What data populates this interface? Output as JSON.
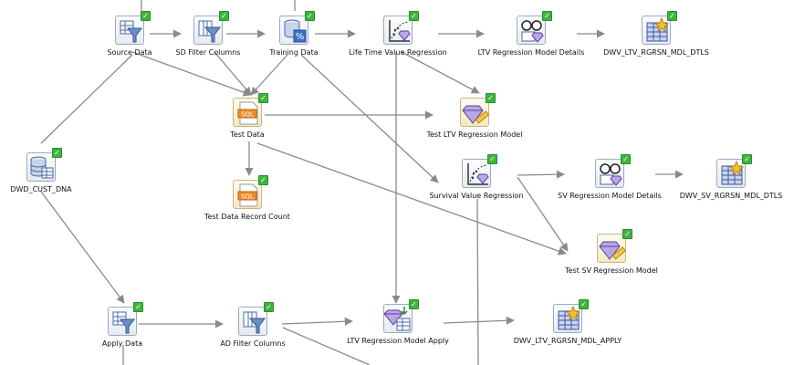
{
  "nodes": {
    "source_data": {
      "label": "Source Data",
      "icon": "filter-rows-icon"
    },
    "sd_filter_columns": {
      "label": "SD Filter Columns",
      "icon": "filter-columns-icon"
    },
    "training_data": {
      "label": "Training Data",
      "icon": "sample-percent-icon"
    },
    "ltv_regression": {
      "label": "Life Time Value Regression",
      "icon": "regression-icon"
    },
    "ltv_model_details": {
      "label": "LTV Regression Model Details",
      "icon": "model-details-icon"
    },
    "dwv_ltv_mdl_dtls": {
      "label": "DWV_LTV_RGRSN_MDL_DTLS",
      "icon": "create-table-icon"
    },
    "test_data": {
      "label": "Test Data",
      "icon": "sql-query-icon"
    },
    "test_ltv_model": {
      "label": "Test LTV Regression Model",
      "icon": "test-model-icon"
    },
    "dwd_cust_dna": {
      "label": "DWD_CUST_DNA",
      "icon": "data-source-icon"
    },
    "survival_value_regression": {
      "label": "Survival Value Regression",
      "icon": "regression-icon"
    },
    "sv_model_details": {
      "label": "SV Regression Model Details",
      "icon": "model-details-icon"
    },
    "dwv_sv_mdl_dtls": {
      "label": "DWV_SV_RGRSN_MDL_DTLS",
      "icon": "create-table-icon"
    },
    "test_data_record_count": {
      "label": "Test Data Record Count",
      "icon": "sql-query-icon"
    },
    "test_sv_model": {
      "label": "Test SV Regression Model",
      "icon": "test-model-icon"
    },
    "apply_data": {
      "label": "Apply Data",
      "icon": "filter-rows-icon"
    },
    "ad_filter_columns": {
      "label": "AD Filter Columns",
      "icon": "filter-columns-icon"
    },
    "ltv_model_apply": {
      "label": "LTV Regression Model Apply",
      "icon": "apply-model-icon"
    },
    "dwv_ltv_mdl_apply": {
      "label": "DWV_LTV_RGRSN_MDL_APPLY",
      "icon": "create-table-icon"
    }
  },
  "status": {
    "completed_icon": "checkmark-icon",
    "color": "#3fb53f"
  },
  "colors": {
    "edge": "#8a8a8a",
    "node_border": "#9aa9c0",
    "sql_node_border": "#c9b57a"
  }
}
